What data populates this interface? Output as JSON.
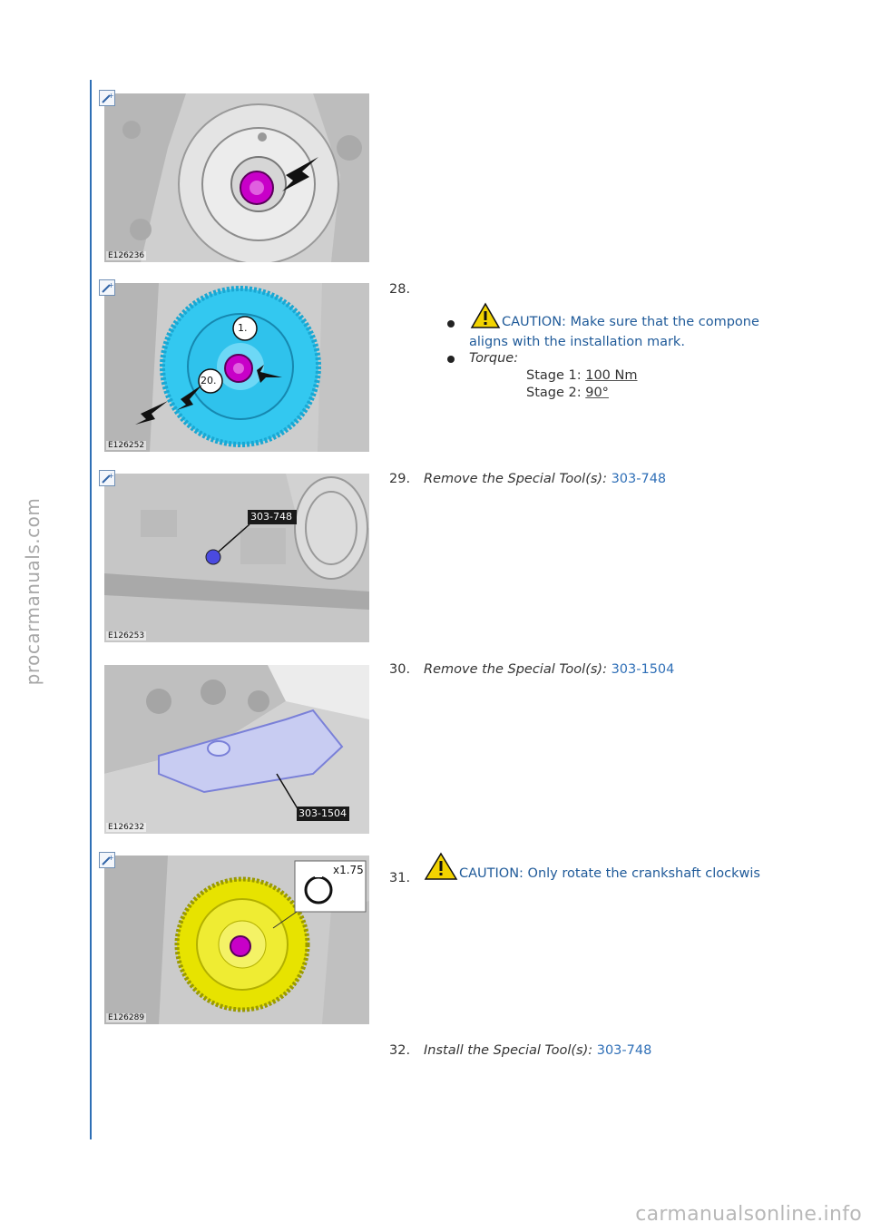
{
  "watermarks": {
    "side": "procarmanuals.com",
    "bottom": "carmanualsonline.info"
  },
  "figures": [
    {
      "id": "E126236"
    },
    {
      "id": "E126252",
      "callouts": [
        "1.",
        "20."
      ]
    },
    {
      "id": "E126253",
      "callouts": [
        "303-748"
      ]
    },
    {
      "id": "E126232",
      "callouts": [
        "303-1504"
      ]
    },
    {
      "id": "E126289",
      "callouts": [
        "x1.75"
      ]
    }
  ],
  "steps": {
    "s28": {
      "number": "28.",
      "caution": "CAUTION: Make sure that the compone",
      "caution_cont": "aligns with the installation mark.",
      "torque_label": "Torque:",
      "stage1_label": "Stage 1:",
      "stage1_value": "100 Nm",
      "stage2_label": "Stage 2:",
      "stage2_value": "90°"
    },
    "s29": {
      "number": "29.",
      "instruction": "Remove the Special Tool(s):",
      "tool": "303-748"
    },
    "s30": {
      "number": "30.",
      "instruction": "Remove the Special Tool(s):",
      "tool": "303-1504"
    },
    "s31": {
      "number": "31.",
      "caution": "CAUTION: Only rotate the crankshaft clockwis"
    },
    "s32": {
      "number": "32.",
      "instruction": "Install the Special Tool(s):",
      "tool": "303-748"
    }
  },
  "colors": {
    "rule": "#2e6fb5",
    "link": "#2f6fb7",
    "caution": "#1f5a99",
    "warning_yellow": "#f2d300"
  }
}
